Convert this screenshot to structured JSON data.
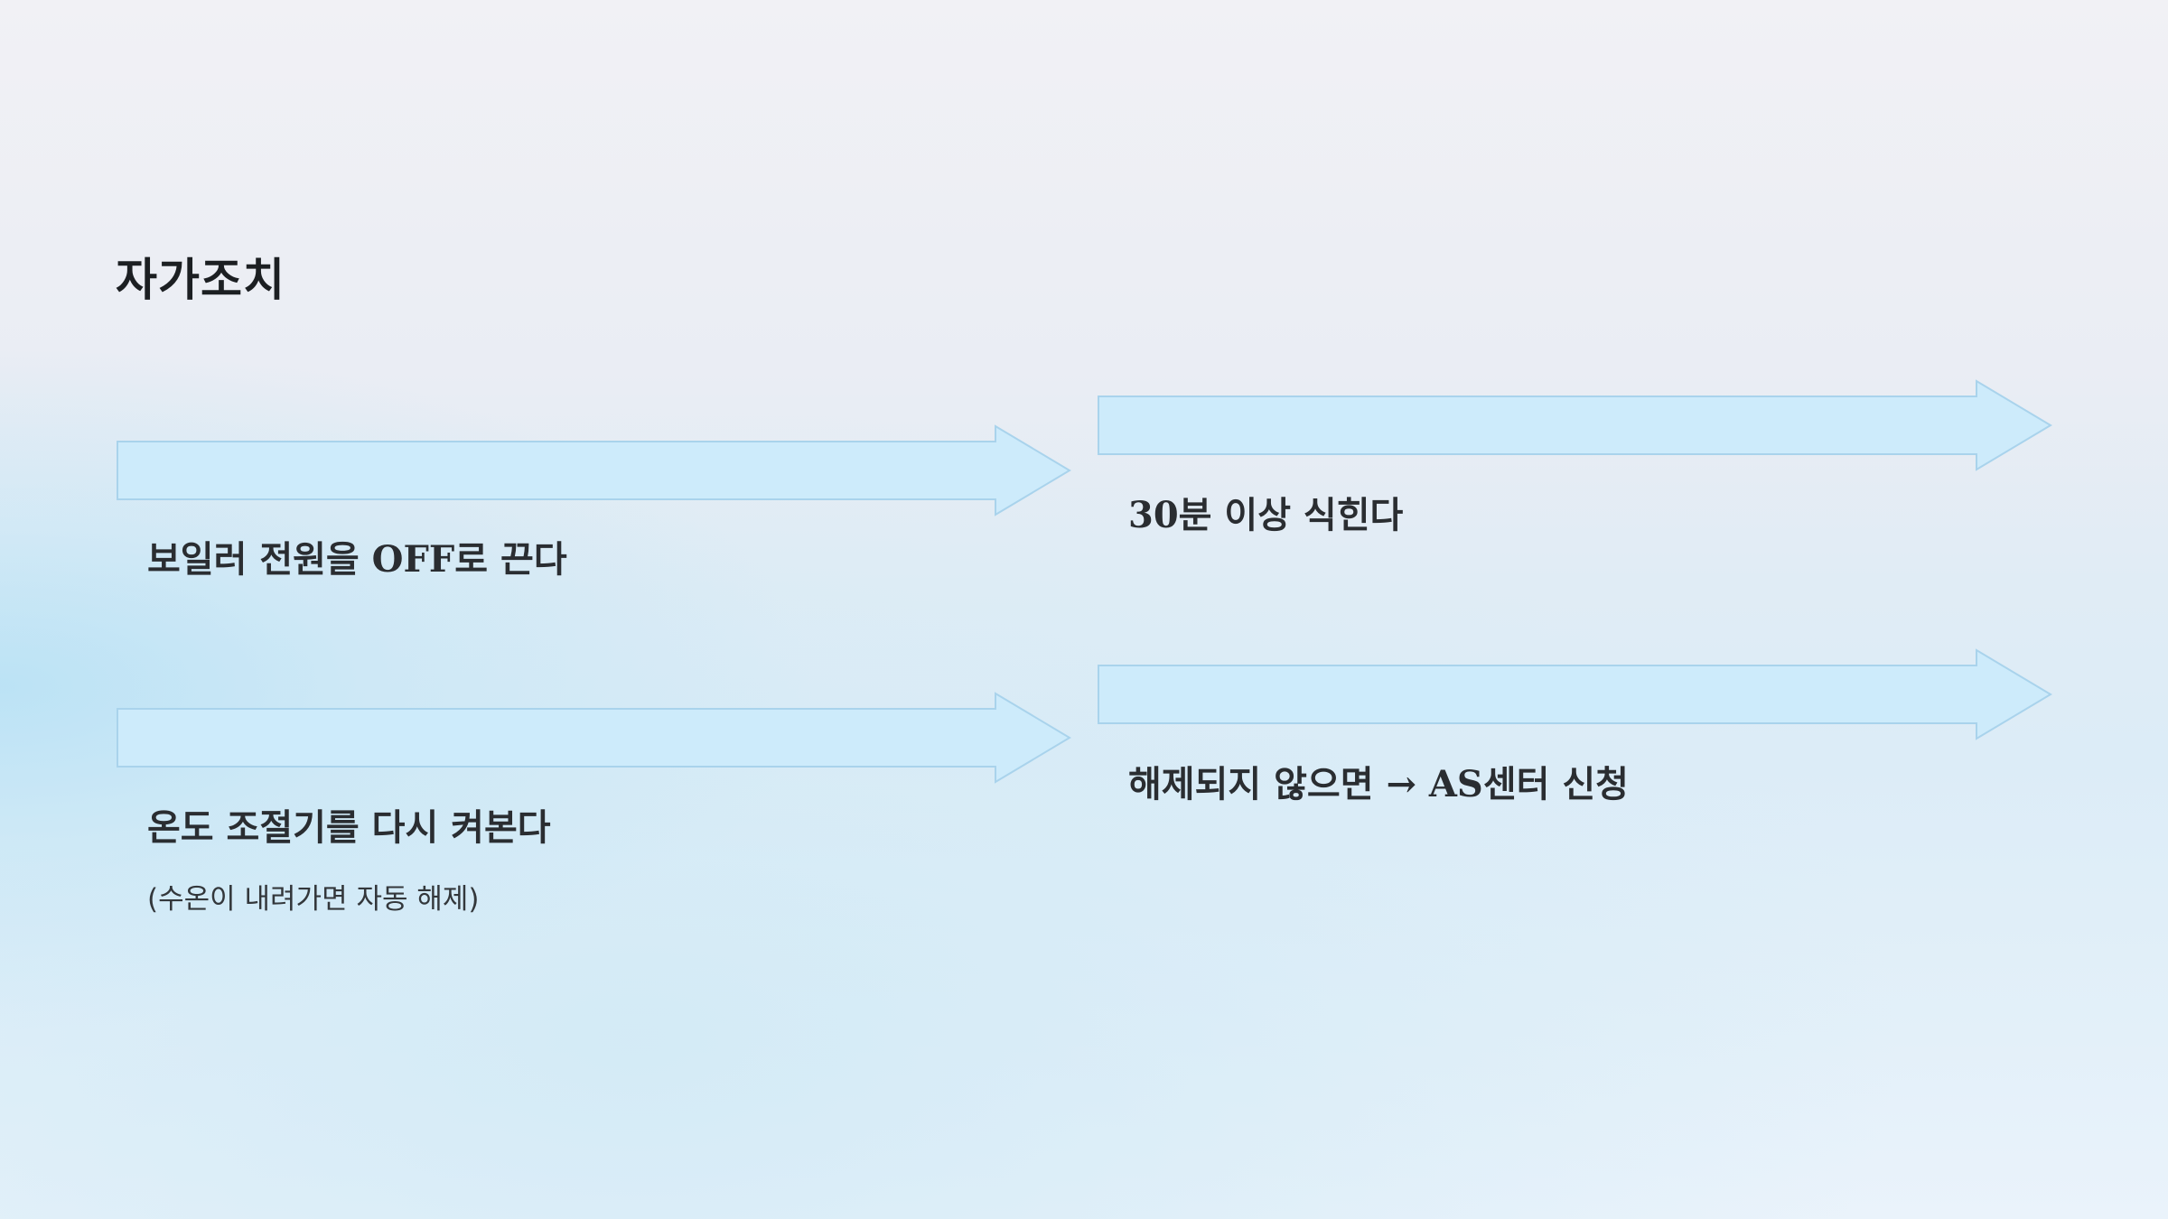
{
  "title": "자가조치",
  "colors": {
    "arrow_fill": "#cdebfb",
    "arrow_stroke": "#a9d3ec",
    "title_text": "#1c1f22",
    "label_text": "#2a2d31"
  },
  "steps": [
    {
      "label": "보일러 전원을 OFF로 끈다",
      "icon": "right-arrow-shape"
    },
    {
      "label": "30분 이상 식힌다",
      "icon": "right-arrow-shape"
    },
    {
      "label": "온도 조절기를 다시 켜본다",
      "note": "(수온이 내려가면 자동 해제)",
      "icon": "right-arrow-shape"
    },
    {
      "label": "해제되지 않으면 → AS센터 신청",
      "icon": "right-arrow-shape"
    }
  ]
}
